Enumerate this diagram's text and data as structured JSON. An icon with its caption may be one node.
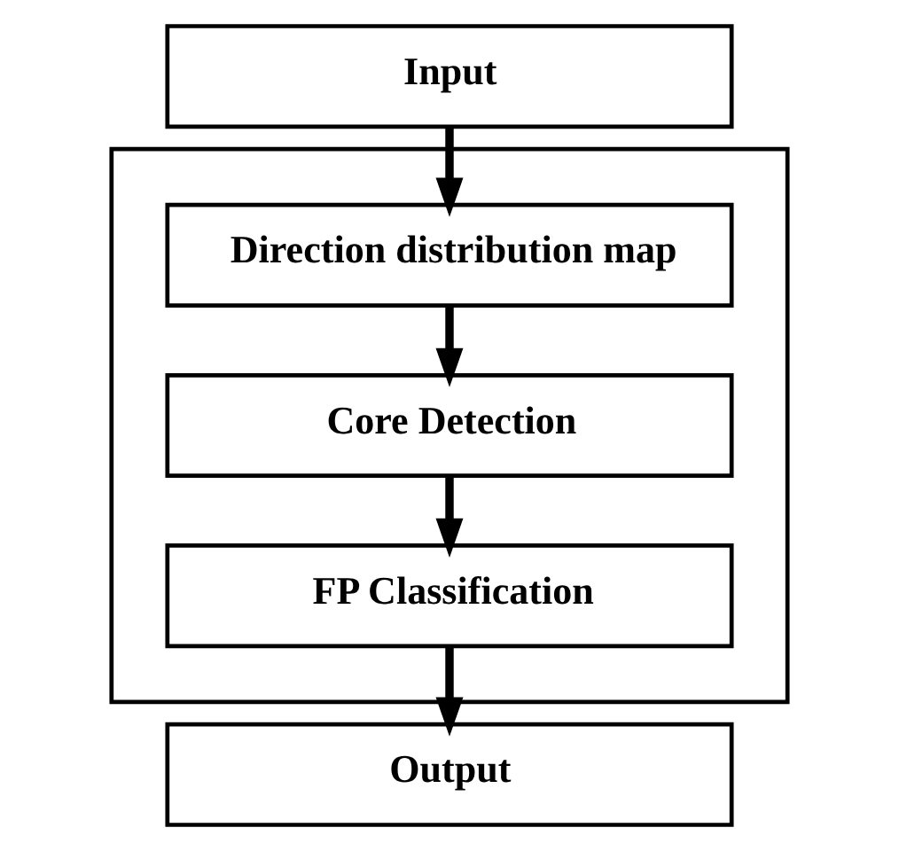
{
  "diagram": {
    "nodes": [
      {
        "text": [
          "Input"
        ]
      },
      {
        "text": [],
        "shape": "box"
      },
      {
        "text": [
          "Direction distribution map"
        ],
        "in": 1
      },
      {
        "text": [
          "Core Detection"
        ],
        "in": 1
      },
      {
        "text": [
          "FP Classification"
        ],
        "in": 1
      },
      {
        "text": [
          "Output"
        ]
      }
    ],
    "edges": [
      {
        "from": 0,
        "to": 2,
        "arrow": "to"
      },
      {
        "from": 2,
        "to": 3,
        "arrow": "to"
      },
      {
        "from": 3,
        "to": 4,
        "arrow": "to"
      },
      {
        "from": 4,
        "to": 5,
        "arrow": "to"
      }
    ]
  }
}
